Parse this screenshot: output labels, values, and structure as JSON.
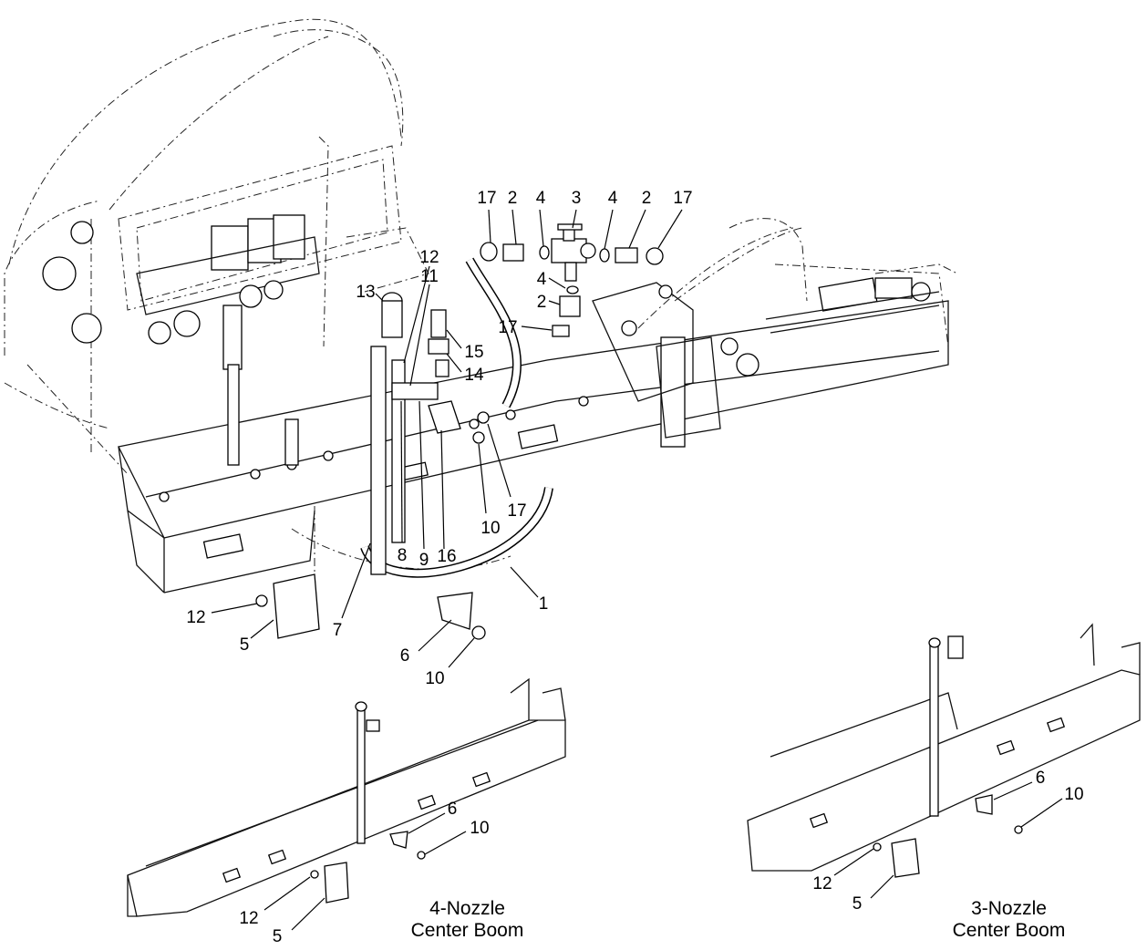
{
  "callouts": [
    {
      "label": "17"
    },
    {
      "label": "2"
    },
    {
      "label": "4"
    },
    {
      "label": "3"
    },
    {
      "label": "4"
    },
    {
      "label": "2"
    },
    {
      "label": "17"
    },
    {
      "label": "4"
    },
    {
      "label": "2"
    },
    {
      "label": "17"
    },
    {
      "label": "12"
    },
    {
      "label": "11"
    },
    {
      "label": "13"
    },
    {
      "label": "15"
    },
    {
      "label": "14"
    },
    {
      "label": "8"
    },
    {
      "label": "9"
    },
    {
      "label": "16"
    },
    {
      "label": "10"
    },
    {
      "label": "17"
    },
    {
      "label": "1"
    },
    {
      "label": "7"
    },
    {
      "label": "12"
    },
    {
      "label": "5"
    },
    {
      "label": "6"
    },
    {
      "label": "10"
    },
    {
      "label": "6"
    },
    {
      "label": "10"
    },
    {
      "label": "12"
    },
    {
      "label": "5"
    },
    {
      "label": "6"
    },
    {
      "label": "10"
    },
    {
      "label": "12"
    },
    {
      "label": "5"
    }
  ],
  "captions": {
    "four_nozzle": {
      "line1": "4-Nozzle",
      "line2": "Center Boom"
    },
    "three_nozzle": {
      "line1": "3-Nozzle",
      "line2": "Center Boom"
    }
  },
  "colors": {
    "ink": "#000000",
    "paper": "#ffffff"
  }
}
